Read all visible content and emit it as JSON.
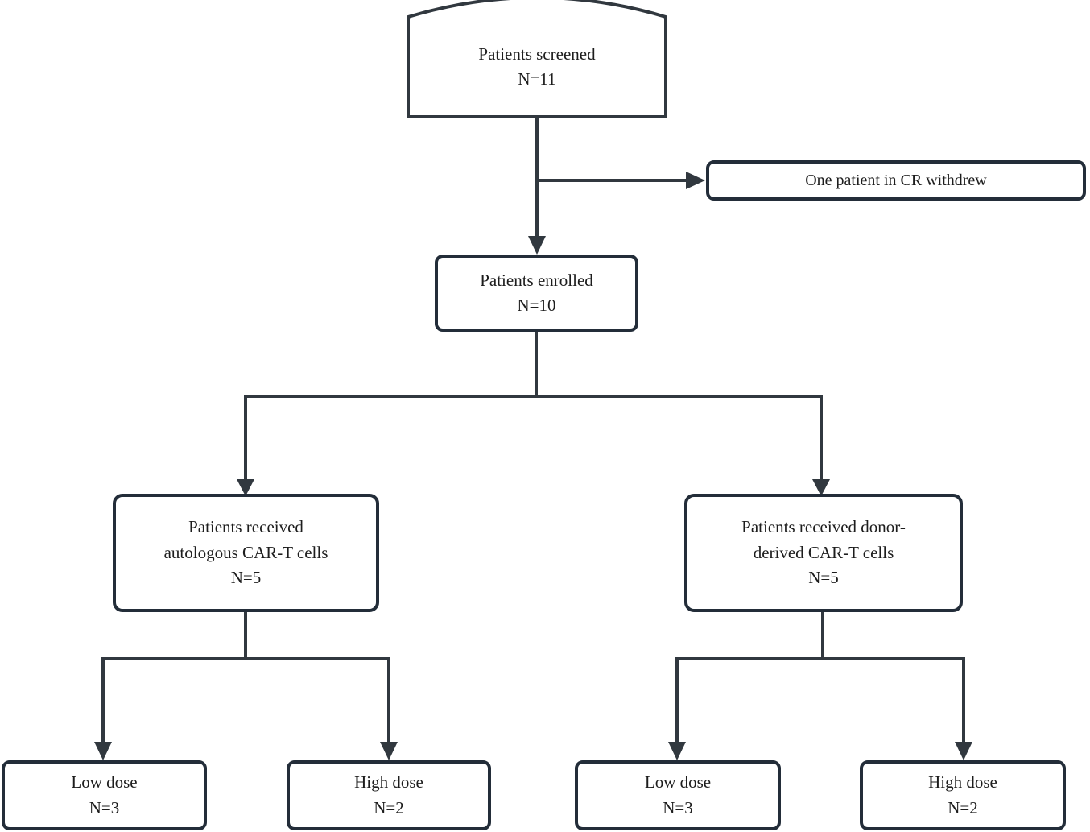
{
  "theme": {
    "bg": "#ffffff",
    "line": "#31383f",
    "border": "#232d39",
    "text": "#1d1d1d"
  },
  "nodes": {
    "screened": {
      "label": "Patients screened",
      "count": "N=11"
    },
    "withdrew": {
      "label": "One patient in CR withdrew"
    },
    "enrolled": {
      "label": "Patients enrolled",
      "count": "N=10"
    },
    "autologous": {
      "line1": "Patients received",
      "line2": "autologous CAR-T cells",
      "count": "N=5"
    },
    "donor": {
      "line1": "Patients received donor-",
      "line2": "derived CAR-T cells",
      "count": "N=5"
    },
    "autologous_low": {
      "label": "Low dose",
      "count": "N=3"
    },
    "autologous_high": {
      "label": "High dose",
      "count": "N=2"
    },
    "donor_low": {
      "label": "Low dose",
      "count": "N=3"
    },
    "donor_high": {
      "label": "High dose",
      "count": "N=2"
    }
  }
}
